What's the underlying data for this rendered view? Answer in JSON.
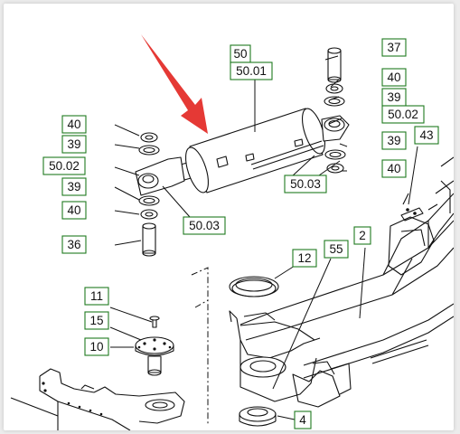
{
  "colors": {
    "label_border": "#1f7a1f",
    "arrow": "#e53935",
    "line": "#111111"
  },
  "labels": [
    {
      "id": "l50",
      "text": "50"
    },
    {
      "id": "l5001",
      "text": "50.01"
    },
    {
      "id": "l37",
      "text": "37"
    },
    {
      "id": "l40a",
      "text": "40"
    },
    {
      "id": "l39a",
      "text": "39"
    },
    {
      "id": "l5002a",
      "text": "50.02"
    },
    {
      "id": "l40b",
      "text": "40"
    },
    {
      "id": "l39b",
      "text": "39"
    },
    {
      "id": "l5002b",
      "text": "50.02"
    },
    {
      "id": "l39c",
      "text": "39"
    },
    {
      "id": "l40c",
      "text": "40"
    },
    {
      "id": "l36",
      "text": "36"
    },
    {
      "id": "l5003a",
      "text": "50.03"
    },
    {
      "id": "l5003b",
      "text": "50.03"
    },
    {
      "id": "l39d",
      "text": "39"
    },
    {
      "id": "l40d",
      "text": "40"
    },
    {
      "id": "l43",
      "text": "43"
    },
    {
      "id": "l2",
      "text": "2"
    },
    {
      "id": "l55",
      "text": "55"
    },
    {
      "id": "l12",
      "text": "12"
    },
    {
      "id": "l11",
      "text": "11"
    },
    {
      "id": "l15",
      "text": "15"
    },
    {
      "id": "l10",
      "text": "10"
    },
    {
      "id": "l4",
      "text": "4"
    }
  ]
}
